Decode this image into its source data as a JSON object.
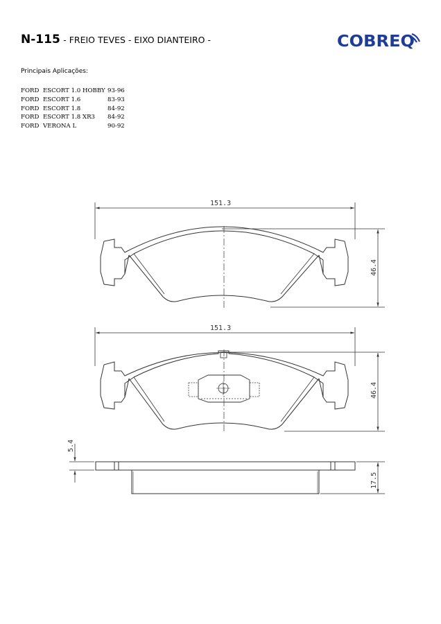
{
  "header": {
    "code": "N-115",
    "title": "- FREIO TEVES - EIXO DIANTEIRO -"
  },
  "logo": {
    "text": "COBREQ",
    "color": "#1f3c96"
  },
  "applications": {
    "heading": "Principais Aplicações:",
    "rows": [
      {
        "make": "FORD",
        "model": "ESCORT 1.0 HOBBY",
        "years": "93-96"
      },
      {
        "make": "FORD",
        "model": "ESCORT 1.6",
        "years": "83-93"
      },
      {
        "make": "FORD",
        "model": "ESCORT 1.8",
        "years": "84-92"
      },
      {
        "make": "FORD",
        "model": "ESCORT 1.8 XR3",
        "years": "84-92"
      },
      {
        "make": "FORD",
        "model": "VERONA L",
        "years": "90-92"
      }
    ]
  },
  "drawing": {
    "top_view": {
      "width": "151.3",
      "height": "46.4"
    },
    "back_view": {
      "width": "151.3",
      "height": "46.4"
    },
    "side_view": {
      "backing_thickness": "5.4",
      "total_thickness": "17.5"
    }
  }
}
